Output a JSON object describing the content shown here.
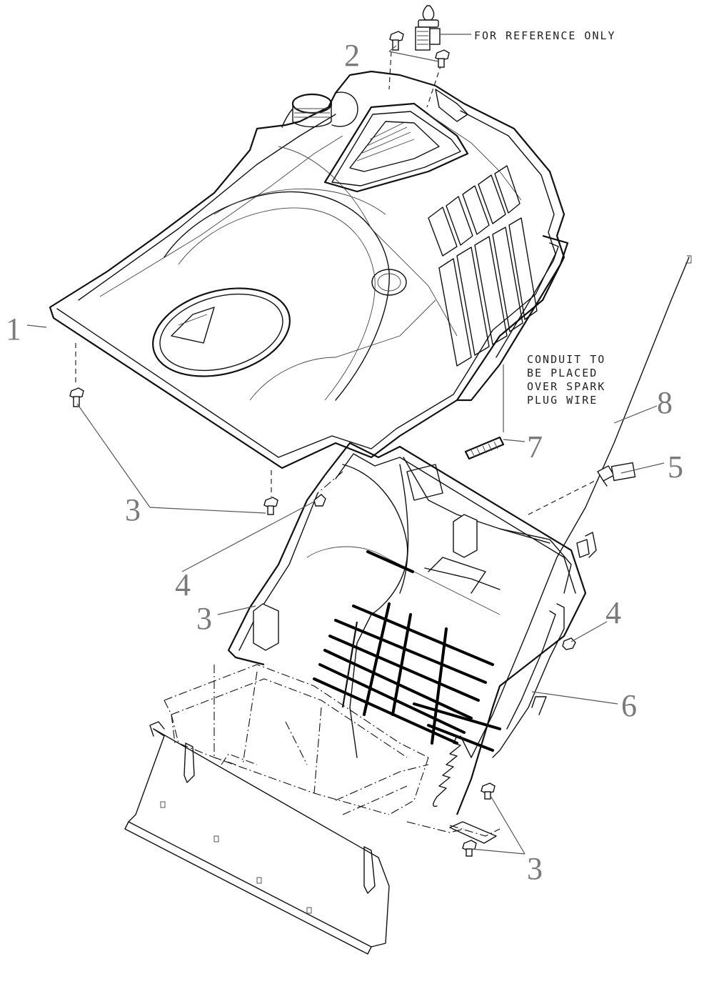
{
  "notes": {
    "reference": "FOR REFERENCE ONLY",
    "conduit_line1": "CONDUIT TO",
    "conduit_line2": "BE PLACED",
    "conduit_line3": "OVER SPARK",
    "conduit_line4": "PLUG WIRE"
  },
  "callouts": {
    "c1": "1",
    "c2": "2",
    "c3_left": "3",
    "c3_mid": "3",
    "c3_bottom": "3",
    "c4_left": "4",
    "c4_right": "4",
    "c5": "5",
    "c6": "6",
    "c7": "7",
    "c8": "8"
  },
  "colors": {
    "line": "#111111",
    "callout": "#7a7a7a",
    "background": "#ffffff"
  }
}
